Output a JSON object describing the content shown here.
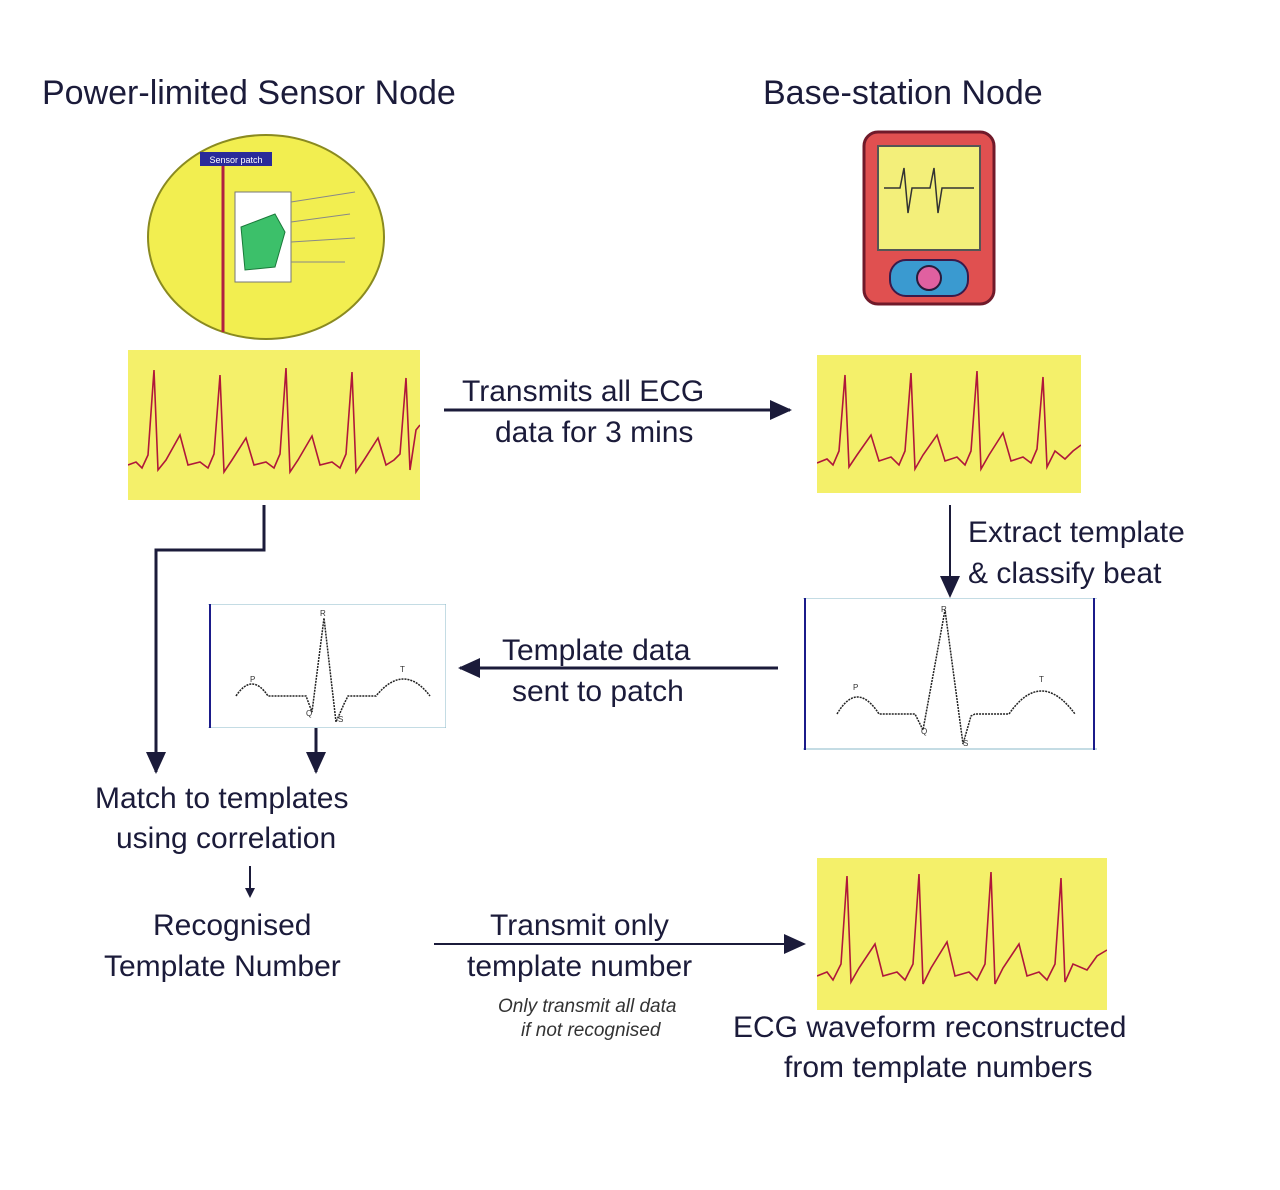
{
  "sensor_node": {
    "title": "Power-limited Sensor Node",
    "patch_badge": "Sensor patch"
  },
  "base_node": {
    "title": "Base-station Node"
  },
  "steps": {
    "transmit_all_line1": "Transmits all ECG",
    "transmit_all_line2": "data for 3 mins",
    "extract_line1": "Extract template",
    "extract_line2": "& classify beat",
    "template_sent_line1": "Template data",
    "template_sent_line2": "sent to patch",
    "match_line1": "Match to templates",
    "match_line2": "using correlation",
    "recognised_line1": "Recognised",
    "recognised_line2": "Template Number",
    "transmit_only_line1": "Transmit only",
    "transmit_only_line2": "template number",
    "fallback_note_line1": "Only transmit all data",
    "fallback_note_line2": "if not recognised",
    "reconstructed_line1": "ECG waveform reconstructed",
    "reconstructed_line2": "from template numbers"
  },
  "template_points": {
    "p": "P",
    "q": "Q",
    "r": "R",
    "s": "S",
    "t": "T"
  },
  "colors": {
    "ecg_background": "#f4f06a",
    "ecg_trace": "#b0173a",
    "arrow": "#1b1b3a",
    "template_border": "#1b1b8a"
  }
}
